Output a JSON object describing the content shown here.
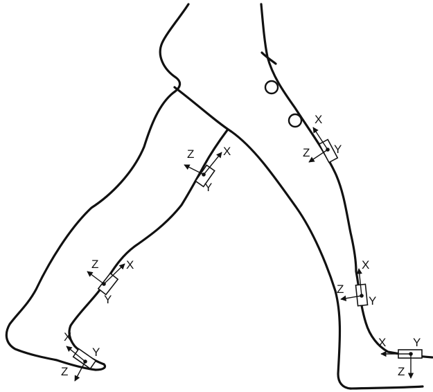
{
  "axis_labels": {
    "x": "X",
    "y": "Y",
    "z": "Z"
  },
  "colors": {
    "line": "#111111",
    "background": "#ffffff"
  },
  "sensors": [
    {
      "id": "left-thigh"
    },
    {
      "id": "left-shank"
    },
    {
      "id": "left-foot"
    },
    {
      "id": "right-thigh"
    },
    {
      "id": "right-shank"
    },
    {
      "id": "right-foot"
    }
  ],
  "markers": [
    {
      "id": "hip-marker-upper"
    },
    {
      "id": "hip-marker-lower"
    }
  ]
}
